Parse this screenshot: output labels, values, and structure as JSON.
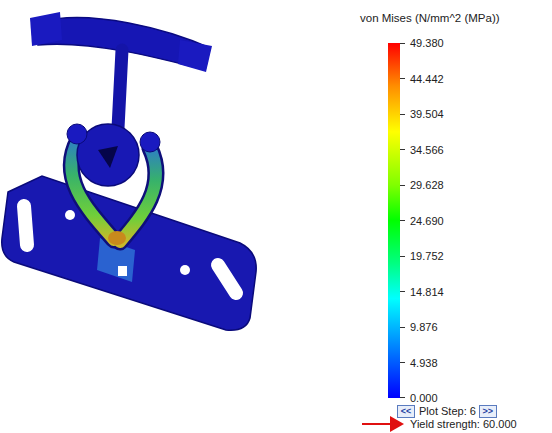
{
  "diagram": {
    "title": "von Mises (N/mm^2 (MPa))",
    "nodes": [
      {
        "text": [
          "<<"
        ]
      },
      {
        "text": [
          ">>"
        ]
      }
    ],
    "labels": [
      "49.380",
      "44.442",
      "39.504",
      "34.566",
      "29.628",
      "24.690",
      "19.752",
      "14.814",
      "9.876",
      "4.938",
      "0.000",
      "Plot Step: 6",
      "Yield strength: 60.000"
    ]
  }
}
